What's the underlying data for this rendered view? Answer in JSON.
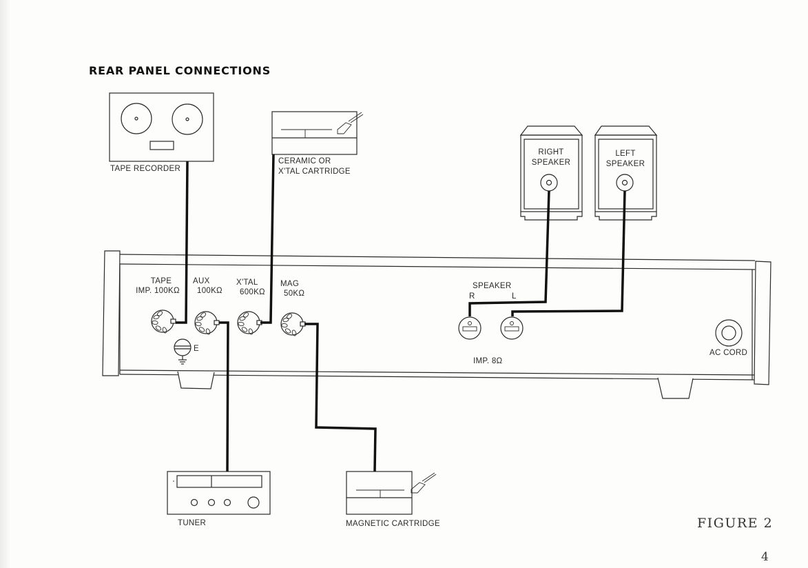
{
  "title": "REAR PANEL CONNECTIONS",
  "devices": {
    "tape_recorder": {
      "label": "TAPE RECORDER"
    },
    "ceramic_cartridge": {
      "label_line1": "CERAMIC OR",
      "label_line2": "X'TAL CARTRIDGE"
    },
    "right_speaker": {
      "label_line1": "RIGHT",
      "label_line2": "SPEAKER"
    },
    "left_speaker": {
      "label_line1": "LEFT",
      "label_line2": "SPEAKER"
    },
    "tuner": {
      "label": "TUNER"
    },
    "magnetic_cartridge": {
      "label": "MAGNETIC CARTRIDGE"
    }
  },
  "panel": {
    "inputs": [
      {
        "name": "TAPE",
        "impedance": "IMP. 100KΩ"
      },
      {
        "name": "AUX",
        "impedance": "100KΩ"
      },
      {
        "name": "X'TAL",
        "impedance": "600KΩ"
      },
      {
        "name": "MAG",
        "impedance": "50KΩ"
      }
    ],
    "ground_label": "E",
    "speaker": {
      "title": "SPEAKER",
      "right_label": "R",
      "left_label": "L",
      "impedance": "IMP. 8Ω"
    },
    "ac_cord_label": "AC CORD"
  },
  "figure_label": "FIGURE 2",
  "page_number": "4",
  "connections": [
    {
      "from": "TAPE RECORDER",
      "to": "TAPE"
    },
    {
      "from": "CERAMIC OR X'TAL CARTRIDGE",
      "to": "X'TAL"
    },
    {
      "from": "TUNER",
      "to": "AUX"
    },
    {
      "from": "MAGNETIC CARTRIDGE",
      "to": "MAG"
    },
    {
      "from": "RIGHT SPEAKER",
      "to": "SPEAKER R"
    },
    {
      "from": "LEFT SPEAKER",
      "to": "SPEAKER L"
    }
  ]
}
